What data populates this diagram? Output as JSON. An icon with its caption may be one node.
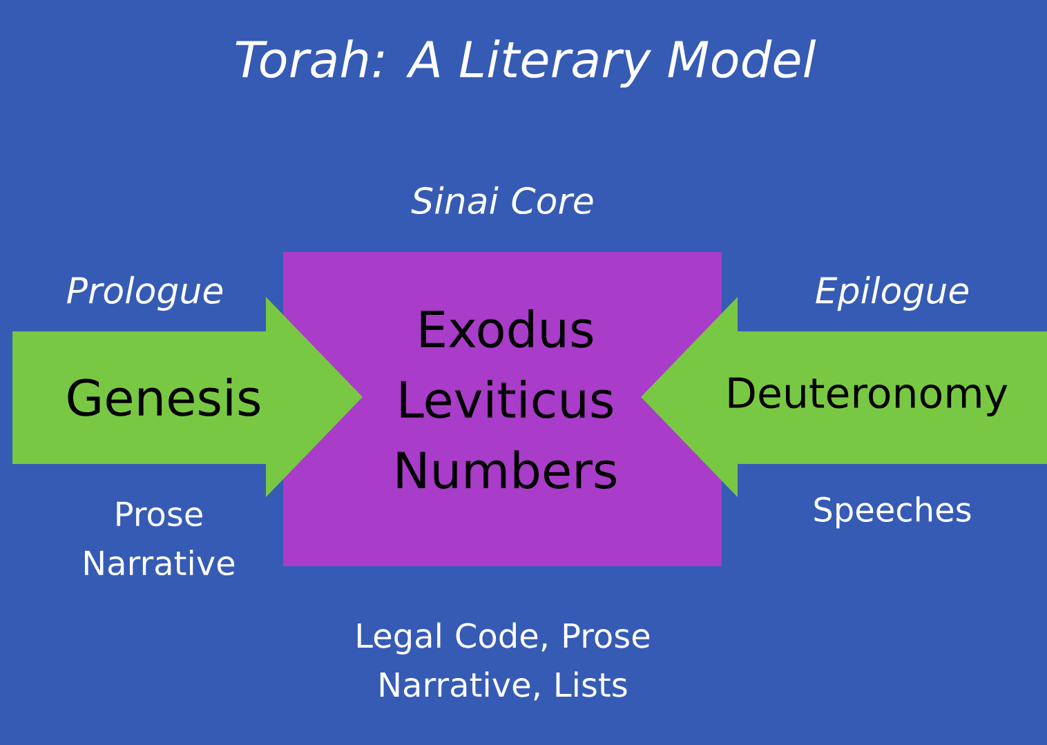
{
  "diagram": {
    "title": "Torah: A Literary Model",
    "nodes": [
      {
        "text": [
          "Genesis"
        ],
        "beside": [
          "Prologue",
          "Prose Narrative"
        ]
      },
      {
        "text": [
          "Exodus Leviticus Numbers"
        ],
        "beside": [
          "Sinai Core",
          "Legal Code, Prose Narrative, Lists"
        ]
      },
      {
        "text": [
          "Deuteronomy"
        ],
        "beside": [
          "Epilogue",
          "Speeches"
        ]
      }
    ]
  }
}
